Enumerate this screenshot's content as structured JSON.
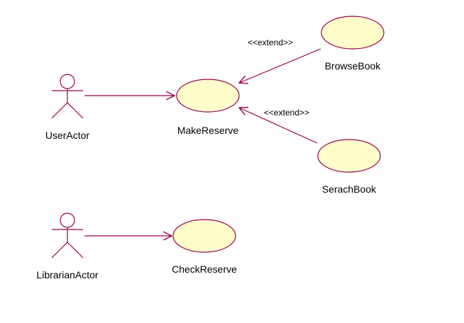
{
  "colors": {
    "line": "#99004d",
    "usecase_fill": "#fffecb",
    "text": "#000000",
    "background": "#ffffff"
  },
  "actors": {
    "user": "UserActor",
    "librarian": "LibrarianActor"
  },
  "usecases": {
    "make_reserve": "MakeReserve",
    "browse_book": "BrowseBook",
    "serach_book": "SerachBook",
    "check_reserve": "CheckReserve"
  },
  "relations": {
    "extend_browse": "<<extend>>",
    "extend_search": "<<extend>>"
  }
}
